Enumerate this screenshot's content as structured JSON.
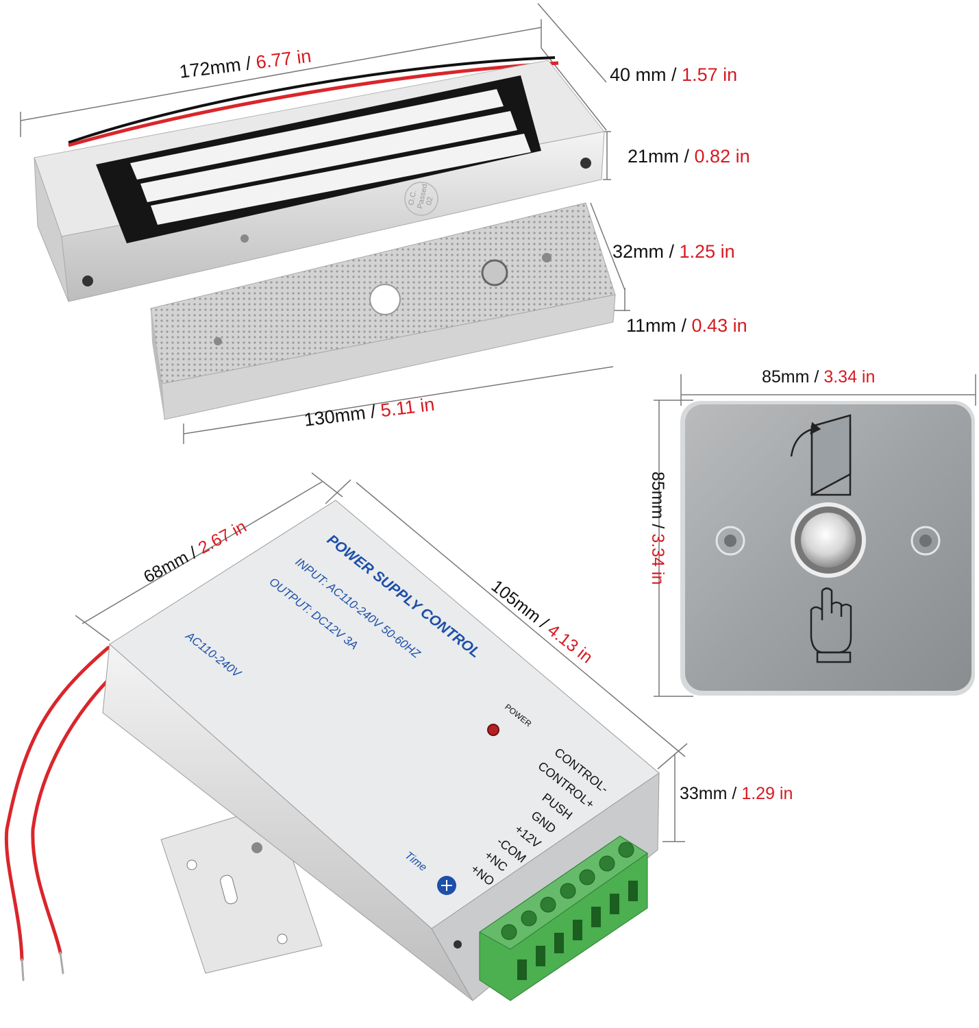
{
  "lock": {
    "length": {
      "mm": "172mm",
      "sep": " / ",
      "in": "6.77 in"
    },
    "height": {
      "mm": "40 mm",
      "sep": " / ",
      "in": "1.57 in"
    },
    "depth": {
      "mm": "21mm",
      "sep": " / ",
      "in": "0.82 in"
    },
    "plate_marking_1": "O.C.",
    "plate_marking_2": "Passed",
    "plate_marking_3": "02"
  },
  "armature": {
    "width": {
      "mm": "32mm",
      "sep": " / ",
      "in": "1.25 in"
    },
    "thickness": {
      "mm": "11mm",
      "sep": " / ",
      "in": "0.43 in"
    },
    "length": {
      "mm": "130mm",
      "sep": " / ",
      "in": "5.11 in"
    }
  },
  "exit_button": {
    "width": {
      "mm": "85mm",
      "sep": " / ",
      "in": "3.34 in"
    },
    "height": {
      "mm": "85mm",
      "sep": " / ",
      "in": "3.34 in"
    }
  },
  "power_supply": {
    "width": {
      "mm": "68mm",
      "sep": "  / ",
      "in": "2.67 in"
    },
    "length": {
      "mm": "105mm",
      "sep": " / ",
      "in": "4.13 in"
    },
    "height": {
      "mm": "33mm",
      "sep": " / ",
      "in": "1.29 in"
    },
    "label_title": "POWER SUPPLY CONTROL",
    "label_input": "INPUT: AC110-240V 50-60HZ",
    "label_output": "OUTPUT: DC12V 3A",
    "label_ac": "AC110-240V",
    "power_led_label": "POWER",
    "time_label": "Time",
    "terminals": [
      "CONTROL-",
      "CONTROL+",
      "PUSH",
      "GND",
      "+12V",
      "-COM",
      "+NC",
      "+NO"
    ]
  },
  "colors": {
    "dim_text": "#111111",
    "inch_text": "#d71920",
    "label_blue": "#1d4fa8",
    "terminal_green": "#4caf50",
    "wire_red": "#d9262b"
  }
}
